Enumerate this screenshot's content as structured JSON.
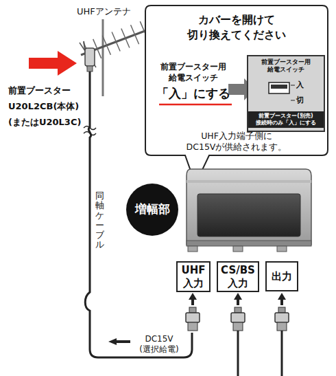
{
  "diagram": {
    "nodes": [
      {
        "text": [
          "カバーを開けて 切り換えてください",
          "前置ブースター用 給電スイッチ",
          "「入」にする",
          "UHF入力端子側に DC15Vが供給されます。"
        ]
      },
      {
        "text": [
          "前置ブースター用 給電スイッチ",
          "入",
          "切",
          "前置ブースター(別売) 接続時のみ「入」にする"
        ],
        "in": 0
      },
      {
        "text": [
          "増幅部"
        ]
      },
      {
        "text": [
          "UHF 入力"
        ]
      },
      {
        "text": [
          "CS/BS 入力"
        ]
      },
      {
        "text": [
          "出力"
        ]
      }
    ],
    "labels": [
      "UHFアンテナ",
      "前置ブースター U20L2CB(本体) (またはU20L3C)",
      "同軸ケーブル",
      "DC15V (選択給電)"
    ]
  }
}
